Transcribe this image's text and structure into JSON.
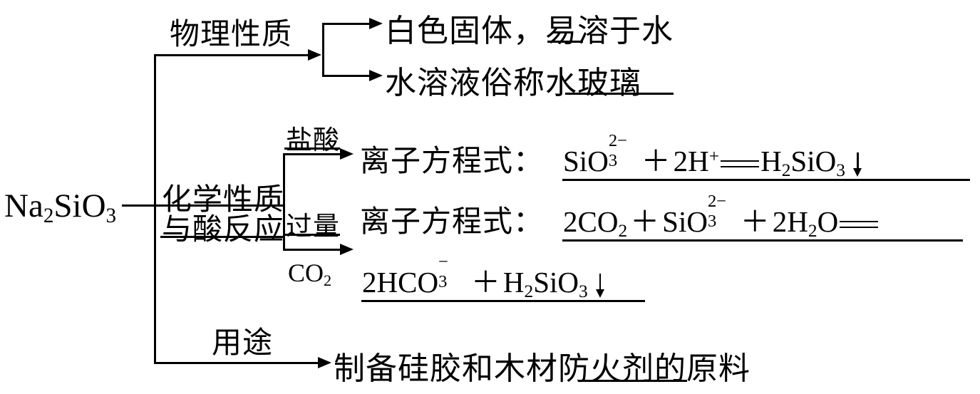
{
  "diagram": {
    "title": "Na2SiO3 properties concept map",
    "root": {
      "label_html": "Na<sub>2</sub>SiO<sub>3</sub>",
      "name": "sodium-silicate"
    },
    "branches": [
      {
        "key": "physical",
        "label": "物理性质",
        "underlined": false,
        "items": [
          {
            "key": "appearance",
            "prefix": "白色固体，",
            "underlined_text": "易",
            "suffix": "溶于水",
            "full": "白色固体，易溶于水"
          },
          {
            "key": "water-glass",
            "prefix": "水溶液俗称",
            "underlined_text": "水玻璃",
            "suffix": "",
            "full": "水溶液俗称水玻璃"
          }
        ]
      },
      {
        "key": "chemical",
        "label_top": "化学性质",
        "label_bottom": "与酸反应",
        "label_top_underlined": true,
        "label_bottom_underlined": true,
        "reactions": [
          {
            "key": "with-hydrochloric-acid",
            "reagent": "盐酸",
            "reagent_underlined": true,
            "lead_in": "离子方程式：",
            "equation_plain": "SiO3^2- + 2H+ == H2SiO3 ↓",
            "underlined": true
          },
          {
            "key": "with-excess-co2",
            "reagent_line1": "过量",
            "reagent_line2": "CO₂",
            "reagent_underlined": true,
            "lead_in": "离子方程式：",
            "equation_plain": "2CO2 + SiO3^2- + 2H2O == 2HCO3- + H2SiO3 ↓",
            "underlined": true
          }
        ]
      },
      {
        "key": "uses",
        "label": "用途",
        "underlined": false,
        "items": [
          {
            "key": "raw-material",
            "prefix": "制备硅胶和木材",
            "underlined_text": "防火剂",
            "suffix": "的原料",
            "full": "制备硅胶和木材防火剂的原料"
          }
        ]
      }
    ],
    "symbols": {
      "plus": "＋",
      "equals_double": "══",
      "down_arrow": "↓",
      "colon": "："
    },
    "colors": {
      "ink": "#000000",
      "background": "#ffffff"
    }
  }
}
